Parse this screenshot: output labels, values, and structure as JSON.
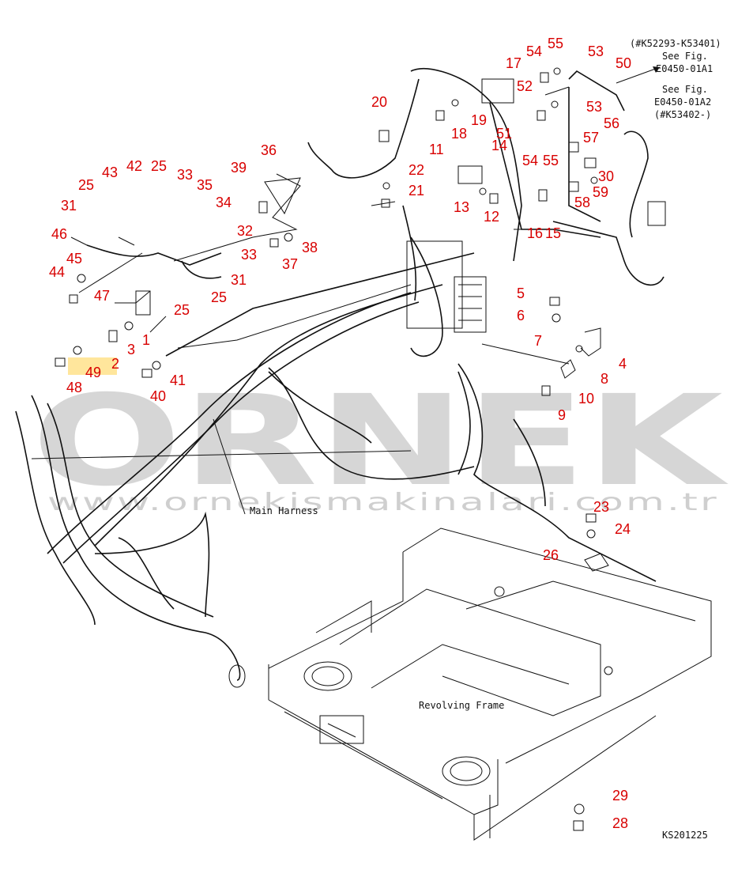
{
  "colors": {
    "callout": "#d80000",
    "line": "#111111",
    "watermark": "#d6d6d6",
    "highlight": "#ffd24a"
  },
  "watermark": {
    "brand": "ORNEK",
    "url": "www.ornekismakinalari.com.tr"
  },
  "notes": {
    "ref1_serial": "(#K52293-K53401)",
    "ref1_fig": "See Fig.",
    "ref1_code": "E0450-01A1",
    "ref2_fig": "See Fig.",
    "ref2_code": "E0450-01A2",
    "ref2_serial": "(#K53402-)",
    "main_harness": "Main Harness",
    "revolving_frame": "Revolving Frame",
    "drawing_code": "KS201225"
  },
  "callouts": [
    "1",
    "2",
    "3",
    "4",
    "5",
    "6",
    "7",
    "8",
    "9",
    "10",
    "11",
    "12",
    "13",
    "14",
    "15",
    "16",
    "17",
    "18",
    "19",
    "20",
    "21",
    "22",
    "23",
    "24",
    "25",
    "25",
    "25",
    "25",
    "26",
    "28",
    "29",
    "30",
    "31",
    "31",
    "32",
    "33",
    "33",
    "34",
    "35",
    "36",
    "37",
    "38",
    "39",
    "40",
    "41",
    "42",
    "43",
    "44",
    "45",
    "46",
    "47",
    "48",
    "49",
    "50",
    "51",
    "52",
    "53",
    "53",
    "54",
    "54",
    "55",
    "55",
    "56",
    "57",
    "58",
    "59"
  ],
  "highlighted_callout": "2"
}
